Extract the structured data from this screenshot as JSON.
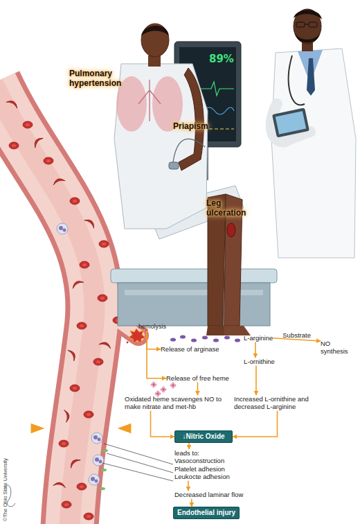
{
  "diagram": {
    "nodes": [
      {
        "text": [
          "hemolysis"
        ]
      },
      {
        "text": [
          "Release of arginase"
        ]
      },
      {
        "text": [
          "L-arginine"
        ]
      },
      {
        "text": [
          "NO synthesis"
        ]
      },
      {
        "text": [
          "Release of free heme"
        ]
      },
      {
        "text": [
          "L-ornithine"
        ]
      },
      {
        "text": [
          "Oxidated heme scavenges NO to make nitrate and met-hb"
        ]
      },
      {
        "text": [
          "Increased L-ornithine and decreased L-arginine"
        ]
      },
      {
        "text": [
          "↓Nitric Oxide"
        ]
      },
      {
        "text": [
          "leads to:",
          "Vasoconstruction",
          "Platelet adhesion",
          "Leukocte adhesion"
        ]
      },
      {
        "text": [
          "Decreased laminar flow"
        ]
      },
      {
        "text": [
          "Endothelial injury"
        ]
      }
    ],
    "edges": [
      {
        "from": 0,
        "to": 1,
        "arrow": "to"
      },
      {
        "from": 0,
        "to": 4,
        "arrow": "to"
      },
      {
        "from": 2,
        "to": 3,
        "label": "Substrate",
        "arrow": "to"
      },
      {
        "from": 2,
        "to": 5,
        "arrow": "to"
      },
      {
        "from": 4,
        "to": 6,
        "arrow": "to"
      },
      {
        "from": 5,
        "to": 7,
        "arrow": "to"
      },
      {
        "from": 6,
        "to": 8,
        "arrow": "to"
      },
      {
        "from": 7,
        "to": 8,
        "arrow": "to"
      },
      {
        "from": 8,
        "to": 9,
        "arrow": "to"
      },
      {
        "from": 9,
        "to": 10,
        "arrow": "to"
      },
      {
        "from": 10,
        "to": 11,
        "arrow": "to"
      }
    ],
    "labels": [
      "Pulmonary hypertension",
      "Priapism",
      "Leg ulceration",
      "89%",
      "©The Ohio State University"
    ]
  }
}
